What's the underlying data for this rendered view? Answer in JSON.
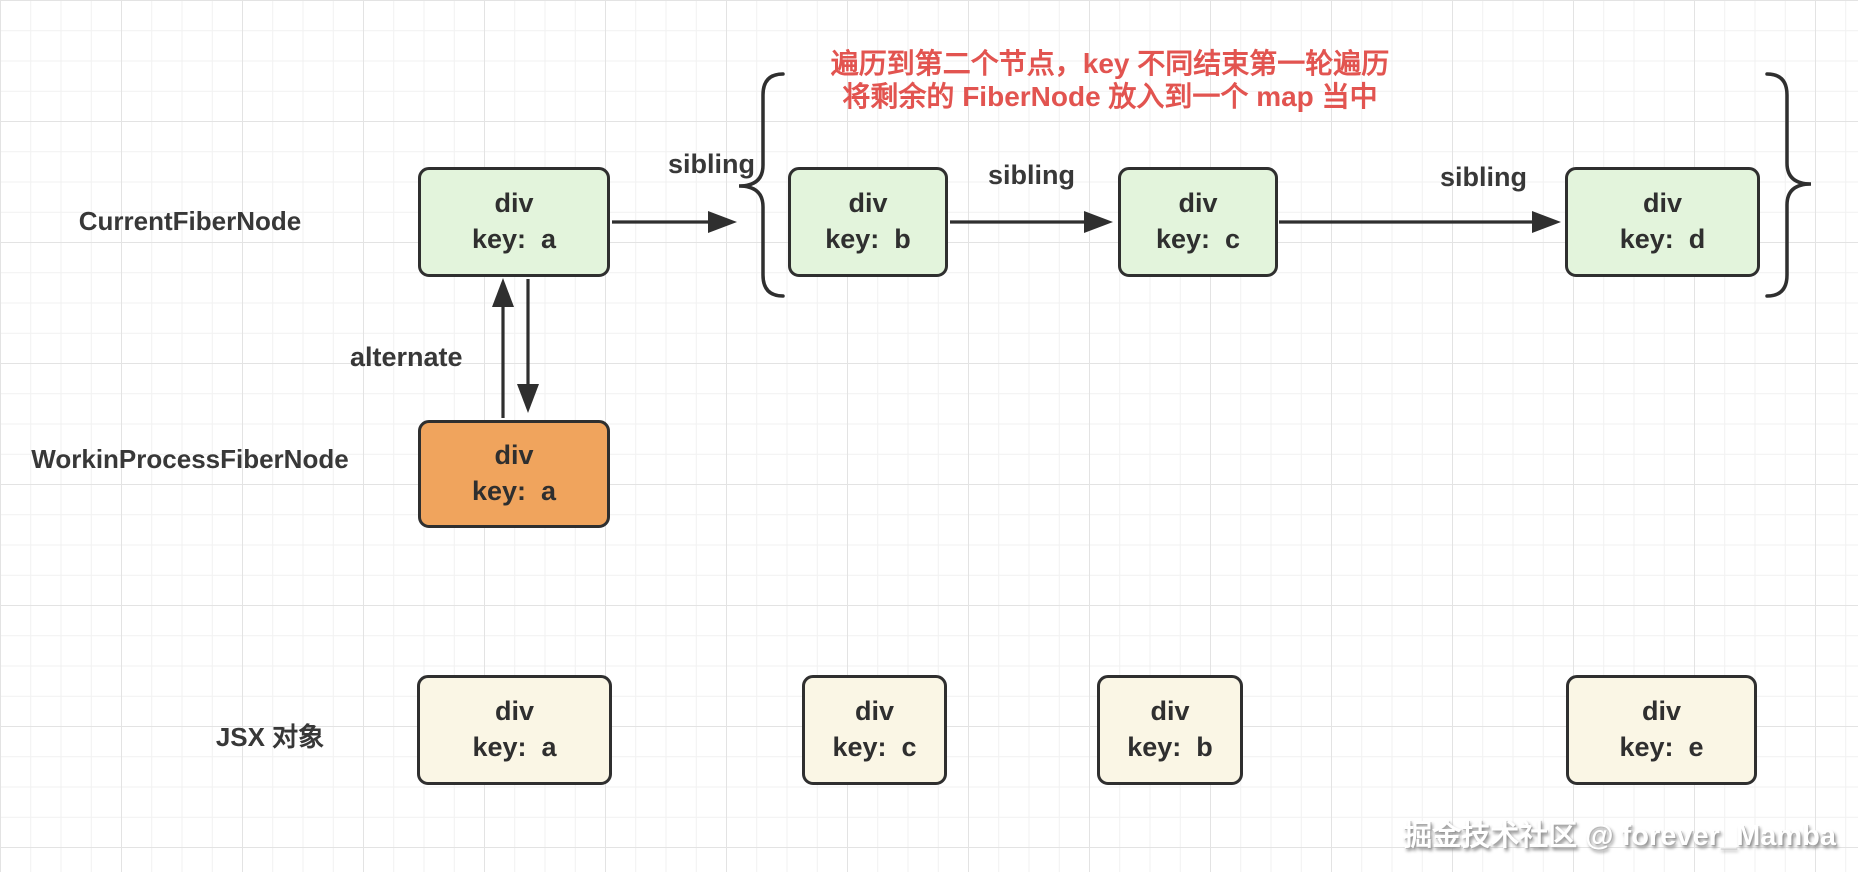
{
  "annotation": {
    "line1": "遍历到第二个节点，key 不同结束第一轮遍历",
    "line2": "将剩余的 FiberNode 放入到一个 map 当中",
    "color": "#e25450"
  },
  "row_labels": {
    "current": "CurrentFiberNode",
    "wip": "WorkinProcessFiberNode",
    "jsx": "JSX 对象"
  },
  "edges": {
    "sibling_label": "sibling",
    "alternate_label": "alternate"
  },
  "current_row": [
    {
      "tag": "div",
      "key": "key:  a"
    },
    {
      "tag": "div",
      "key": "key:  b"
    },
    {
      "tag": "div",
      "key": "key:  c"
    },
    {
      "tag": "div",
      "key": "key:  d"
    }
  ],
  "wip_row": [
    {
      "tag": "div",
      "key": "key:  a"
    }
  ],
  "jsx_row": [
    {
      "tag": "div",
      "key": "key:  a"
    },
    {
      "tag": "div",
      "key": "key:  c"
    },
    {
      "tag": "div",
      "key": "key:  b"
    },
    {
      "tag": "div",
      "key": "key:  e"
    }
  ],
  "colors": {
    "node_green": "#e3f4dc",
    "node_orange": "#f0a45d",
    "node_cream": "#faf6e5",
    "stroke": "#2f2f2f",
    "annotation_red": "#e25450"
  },
  "watermark": "掘金技术社区 @ forever_Mamba"
}
